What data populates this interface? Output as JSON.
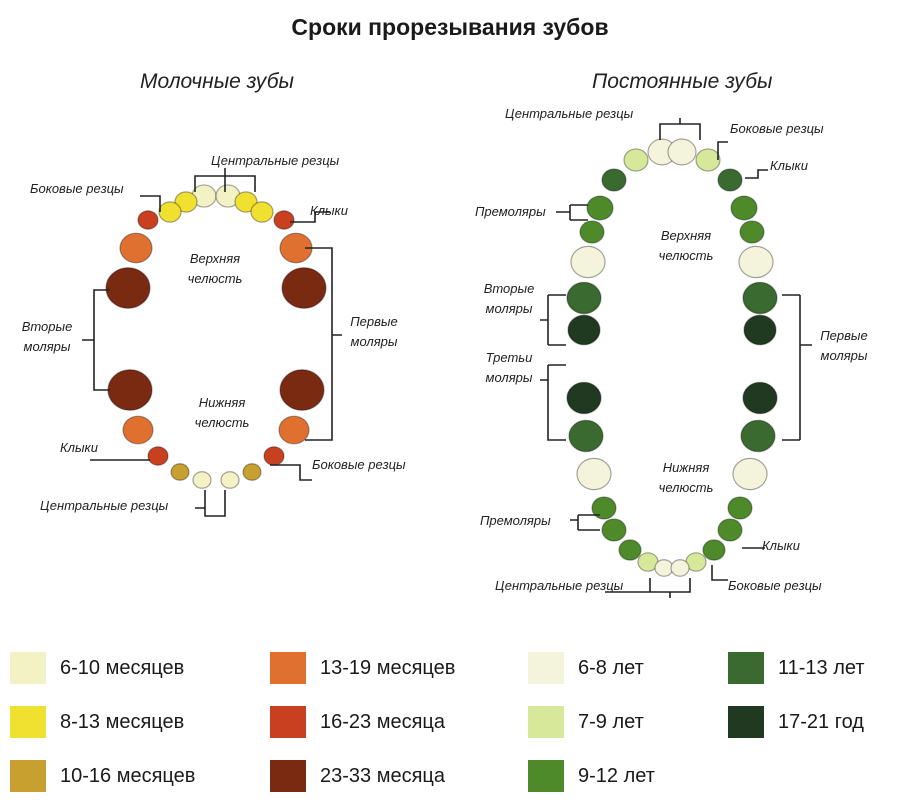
{
  "title": "Сроки прорезывания зубов",
  "primary": {
    "heading": "Молочные зубы",
    "labels": {
      "upper_central": "Центральные резцы",
      "upper_lateral": "Боковые резцы",
      "upper_canine": "Клыки",
      "upper_jaw": [
        "Верхняя",
        "челюсть"
      ],
      "first_molars": [
        "Первые",
        "моляры"
      ],
      "second_molars": [
        "Вторые",
        "моляры"
      ],
      "lower_jaw": [
        "Нижняя",
        "челюсть"
      ],
      "lower_canine": "Клыки",
      "lower_lateral": "Боковые резцы",
      "lower_central": "Центральные резцы"
    }
  },
  "permanent": {
    "heading": "Постоянные зубы",
    "labels": {
      "upper_central": "Центральные резцы",
      "upper_lateral": "Боковые резцы",
      "upper_canine": "Клыки",
      "upper_premolars": "Премоляры",
      "upper_jaw": [
        "Верхняя",
        "челюсть"
      ],
      "second_molars": [
        "Вторые",
        "моляры"
      ],
      "first_molars": [
        "Первые",
        "моляры"
      ],
      "third_molars": [
        "Третьи",
        "моляры"
      ],
      "lower_jaw": [
        "Нижняя",
        "челюсть"
      ],
      "lower_premolars": "Премоляры",
      "lower_canine": "Клыки",
      "lower_central": "Центральные резцы",
      "lower_lateral": "Боковые резцы"
    }
  },
  "colors": {
    "m6_10": "#f2f2c4",
    "m8_13": "#f0e030",
    "m10_16": "#c8a030",
    "m13_19": "#e07030",
    "m16_23": "#c84020",
    "m23_33": "#7a2a10",
    "y6_8": "#f4f4dc",
    "y7_9": "#d8e89a",
    "y9_12": "#4e8a2a",
    "y11_13": "#3a6a30",
    "y17_21": "#1f3a20"
  },
  "legend": [
    {
      "label": "6-10 месяцев",
      "color": "#f2f2c4"
    },
    {
      "label": "8-13 месяцев",
      "color": "#f0e030"
    },
    {
      "label": "10-16 месяцев",
      "color": "#c8a030"
    },
    {
      "label": "13-19 месяцев",
      "color": "#e07030"
    },
    {
      "label": "16-23 месяца",
      "color": "#c84020"
    },
    {
      "label": "23-33 месяца",
      "color": "#7a2a10"
    },
    {
      "label": "6-8 лет",
      "color": "#f4f4dc"
    },
    {
      "label": "7-9 лет",
      "color": "#d8e89a"
    },
    {
      "label": "9-12 лет",
      "color": "#4e8a2a"
    },
    {
      "label": "11-13 лет",
      "color": "#3a6a30"
    },
    {
      "label": "17-21 год",
      "color": "#1f3a20"
    }
  ]
}
